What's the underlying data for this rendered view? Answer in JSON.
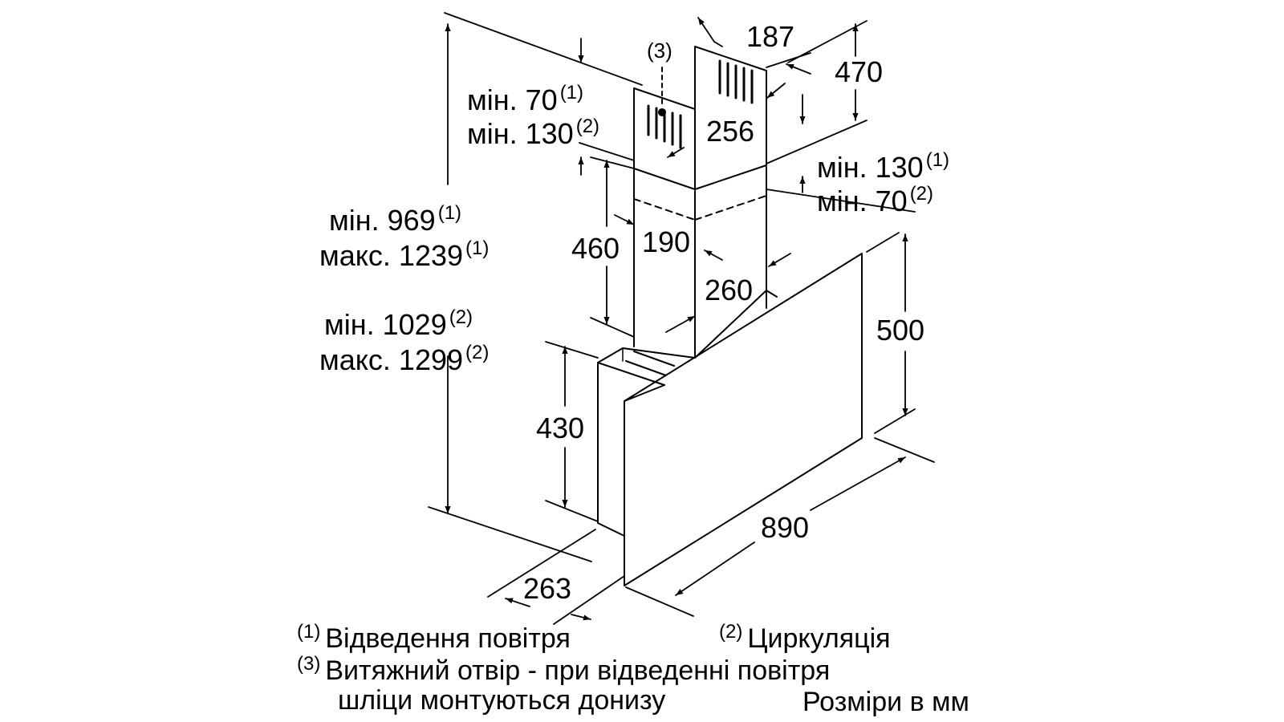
{
  "dimensions": {
    "top_width": "187",
    "chimney_upper_height": "470",
    "chimney_upper_depth": "256",
    "chimney_lower_height": "460",
    "chimney_lower_width": "190",
    "chimney_lower_depth": "260",
    "glass_height": "500",
    "body_height": "430",
    "hood_width": "890",
    "hood_depth": "263"
  },
  "callout_3": "(3)",
  "gap_top": {
    "line1": "мін. 70",
    "note1": "(1)",
    "line2": "мін. 130",
    "note2": "(2)"
  },
  "gap_right": {
    "line1": "мін. 130",
    "note1": "(1)",
    "line2": "мін. 70",
    "note2": "(2)"
  },
  "total_height": {
    "exhaust_min": "мін. 969",
    "exhaust_min_note": "(1)",
    "exhaust_max": "макс. 1239",
    "exhaust_max_note": "(1)",
    "recirc_min": "мін. 1029",
    "recirc_min_note": "(2)",
    "recirc_max": "макс. 1299",
    "recirc_max_note": "(2)"
  },
  "legend": {
    "item1_num": "(1)",
    "item1_text": "Відведення повітря",
    "item2_num": "(2)",
    "item2_text": "Циркуляція",
    "item3_num": "(3)",
    "item3_text_line1": "Витяжний отвір - при відведенні повітря",
    "item3_text_line2": "шліци монтуються донизу",
    "units": "Розміри в мм"
  }
}
